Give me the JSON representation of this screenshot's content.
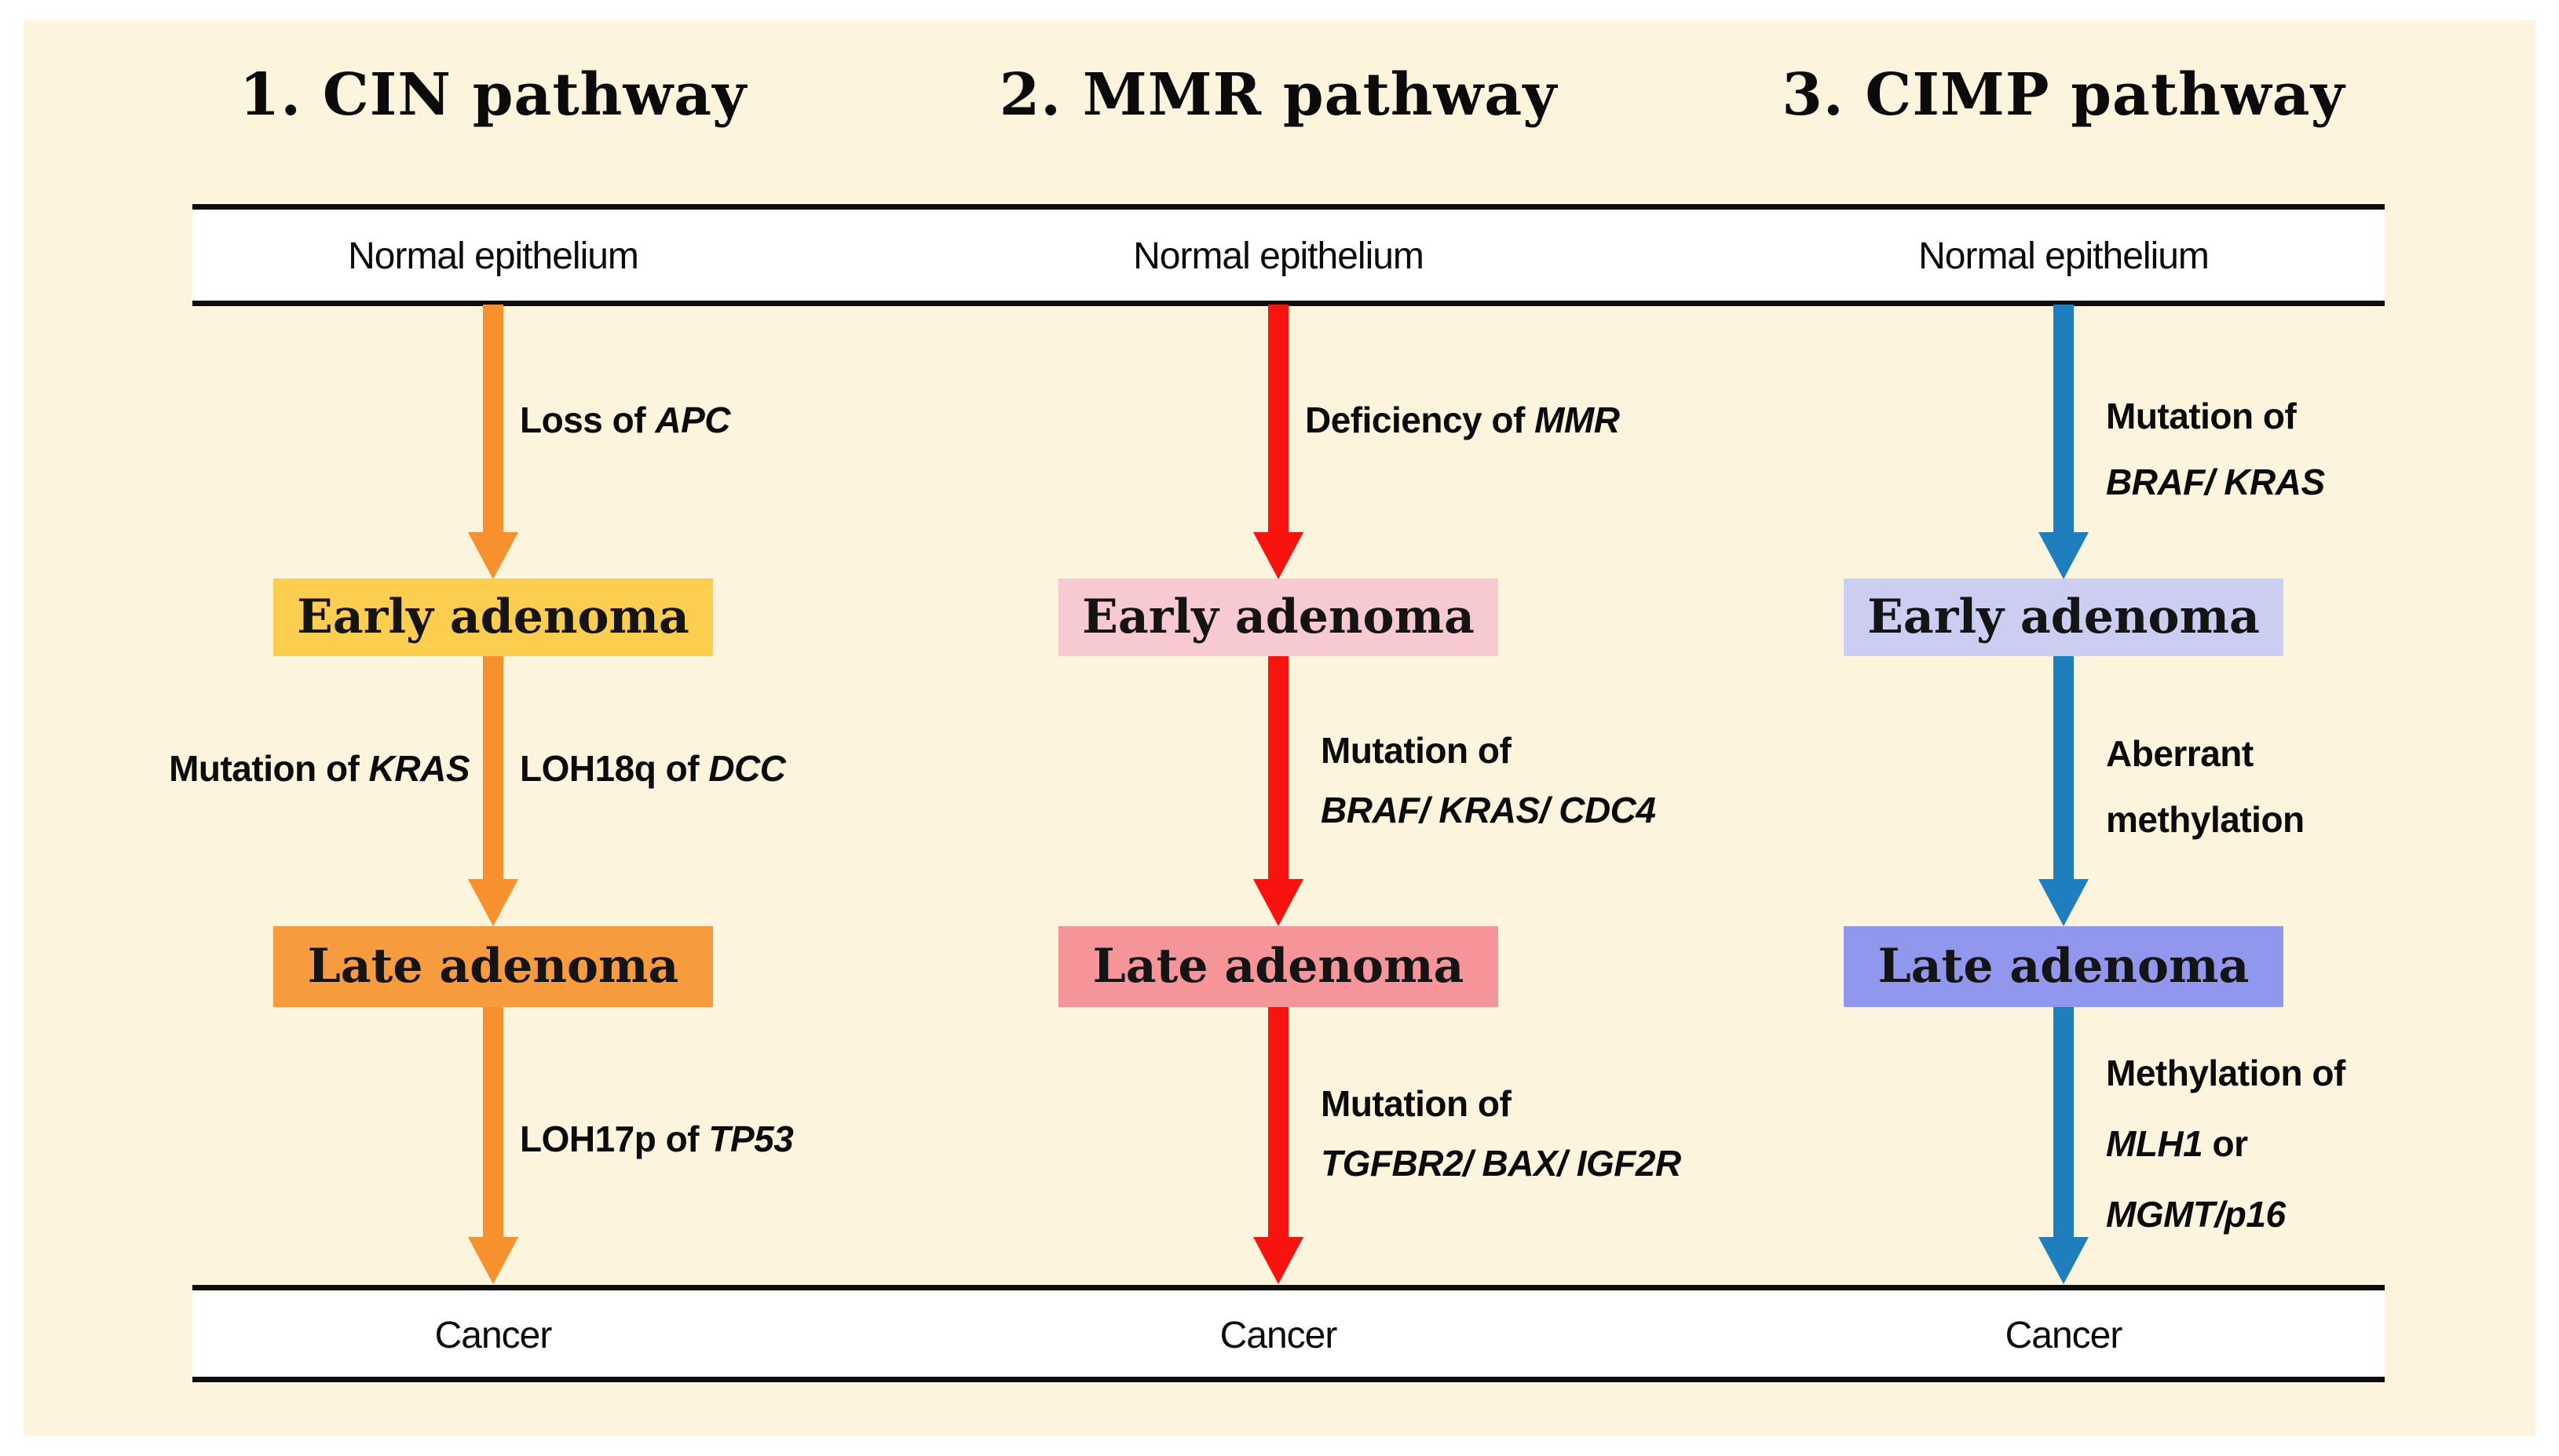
{
  "diagram": {
    "background_color": "#FCF4DC",
    "band_line_color": "#0d0d0d"
  },
  "bands": {
    "top": {
      "label": "Normal epithelium"
    },
    "bottom": {
      "label": "Cancer"
    }
  },
  "pathways": [
    {
      "id": "cin",
      "title": "1. CIN pathway",
      "accent": "#F6912D",
      "early_box": {
        "label": "Early adenoma",
        "color": "#FBCE50"
      },
      "late_box": {
        "label": "Late adenoma",
        "color": "#F69B3E"
      },
      "step1": {
        "plain": "Loss of ",
        "gene": "APC"
      },
      "step2_left": {
        "plain": "Mutation of ",
        "gene": "KRAS"
      },
      "step2_right": {
        "plain": "LOH18q of ",
        "gene": "DCC"
      },
      "step3": {
        "plain": "LOH17p of ",
        "gene": "TP53"
      }
    },
    {
      "id": "mmr",
      "title": "2. MMR pathway",
      "accent": "#F9130E",
      "early_box": {
        "label": "Early adenoma",
        "color": "#F7C9D0"
      },
      "late_box": {
        "label": "Late adenoma",
        "color": "#F59499"
      },
      "step1": {
        "plain": "Deficiency of ",
        "gene": "MMR"
      },
      "step2": {
        "line1": "Mutation of",
        "line2": "BRAF/ KRAS/ CDC4"
      },
      "step3": {
        "line1": "Mutation of",
        "line2": "TGFBR2/ BAX/ IGF2R"
      }
    },
    {
      "id": "cimp",
      "title": "3. CIMP pathway",
      "accent": "#1F7FBE",
      "early_box": {
        "label": "Early adenoma",
        "color": "#CCCEF1"
      },
      "late_box": {
        "label": "Late adenoma",
        "color": "#9197ED"
      },
      "step1": {
        "line1": "Mutation of",
        "line2": "BRAF/ KRAS"
      },
      "step2": {
        "line1": "Aberrant",
        "line2": "methylation"
      },
      "step3": {
        "part1": "Methylation of",
        "gene1": "MLH1",
        "part2": " or",
        "gene2": "MGMT/p16"
      }
    }
  ]
}
